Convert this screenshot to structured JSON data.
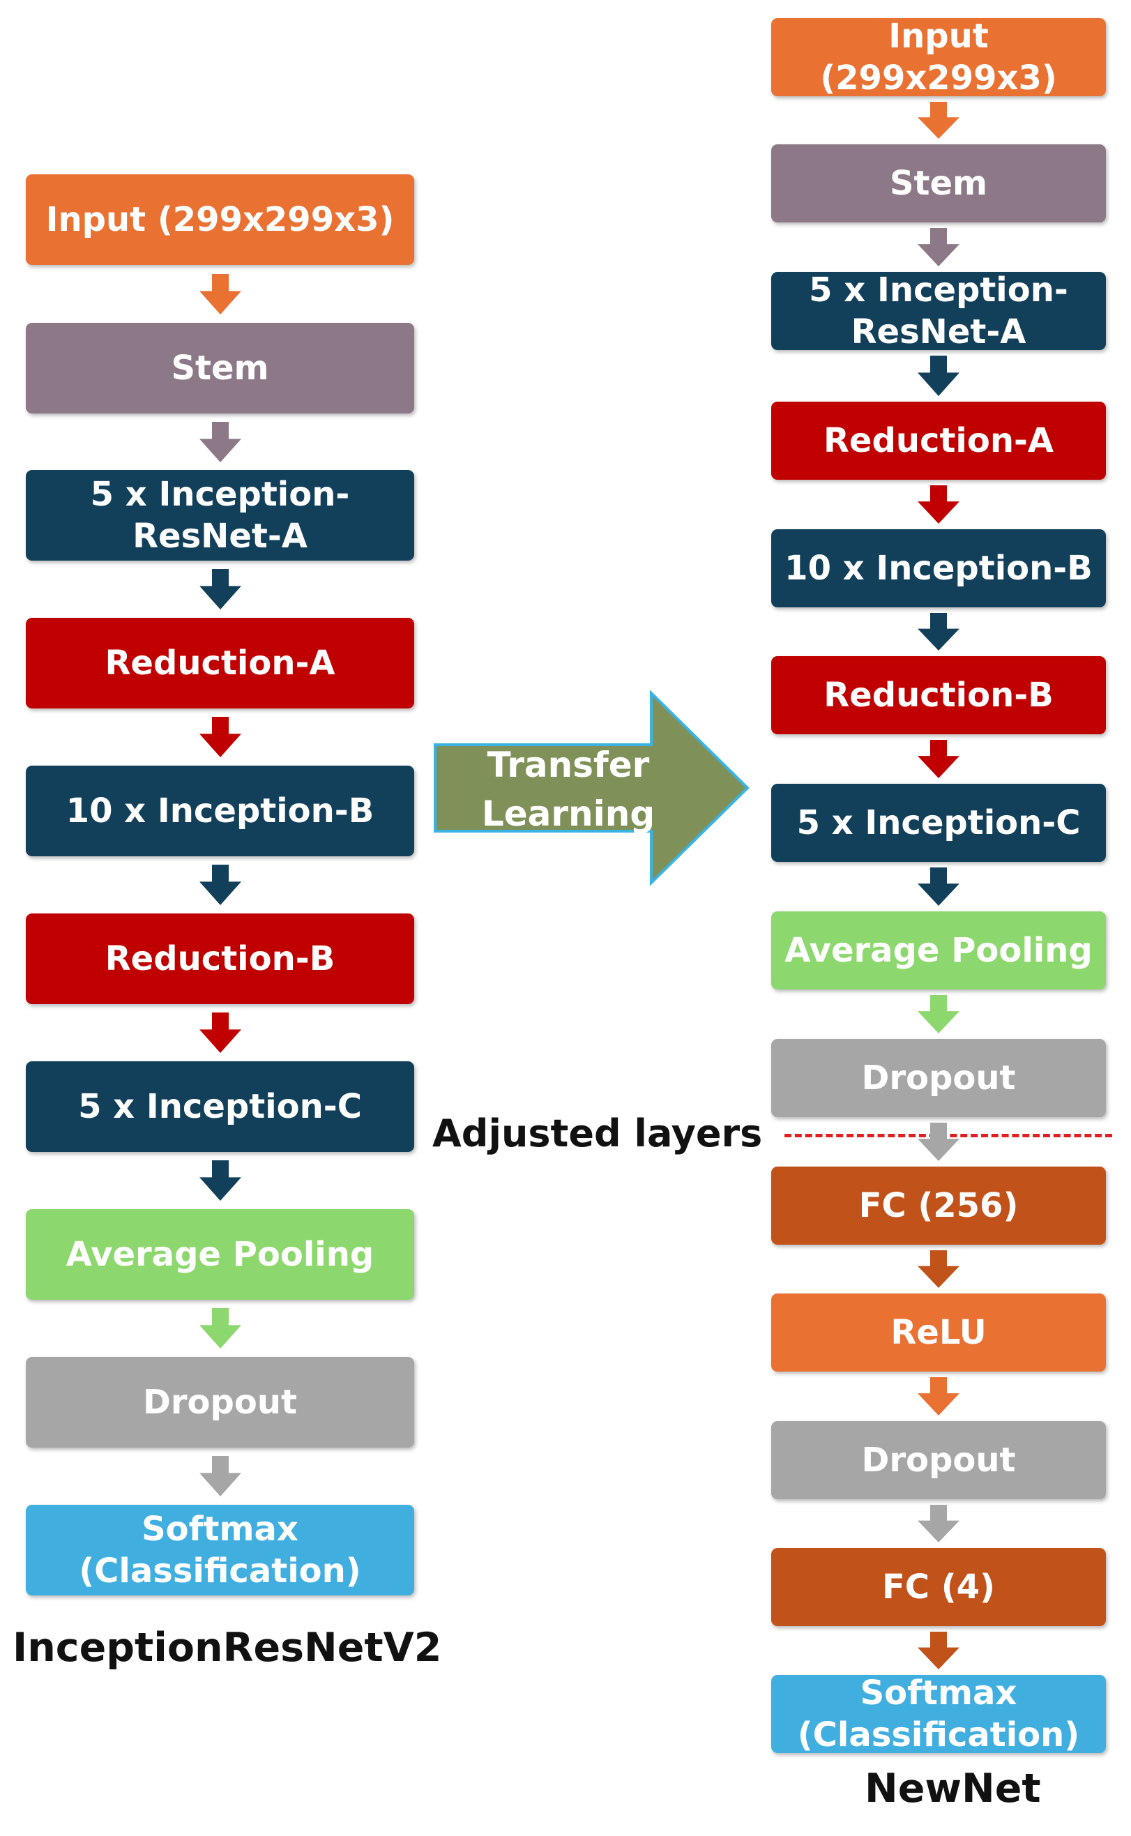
{
  "left_network": {
    "caption": "InceptionResNetV2",
    "layers": [
      {
        "label": "Input (299x299x3)",
        "color": "#E97132"
      },
      {
        "label": "Stem",
        "color": "#8C7886"
      },
      {
        "label": "5 x Inception-\nResNet-A",
        "color": "#12405A"
      },
      {
        "label": "Reduction-A",
        "color": "#C00000"
      },
      {
        "label": "10 x Inception-B",
        "color": "#12405A"
      },
      {
        "label": "Reduction-B",
        "color": "#C00000"
      },
      {
        "label": "5 x Inception-C",
        "color": "#12405A"
      },
      {
        "label": "Average Pooling",
        "color": "#8DD86E"
      },
      {
        "label": "Dropout",
        "color": "#A6A6A6"
      },
      {
        "label": "Softmax\n(Classification)",
        "color": "#41AEE0"
      }
    ]
  },
  "right_network": {
    "caption": "NewNet",
    "layers": [
      {
        "label": "Input\n(299x299x3)",
        "color": "#E97132"
      },
      {
        "label": "Stem",
        "color": "#8C7886"
      },
      {
        "label": "5 x Inception-\nResNet-A",
        "color": "#12405A"
      },
      {
        "label": "Reduction-A",
        "color": "#C00000"
      },
      {
        "label": "10 x Inception-B",
        "color": "#12405A"
      },
      {
        "label": "Reduction-B",
        "color": "#C00000"
      },
      {
        "label": "5 x Inception-C",
        "color": "#12405A"
      },
      {
        "label": "Average Pooling",
        "color": "#8DD86E"
      },
      {
        "label": "Dropout",
        "color": "#A6A6A6"
      },
      {
        "label": "FC (256)",
        "color": "#C1521A"
      },
      {
        "label": "ReLU",
        "color": "#E97132"
      },
      {
        "label": "Dropout",
        "color": "#A6A6A6"
      },
      {
        "label": "FC (4)",
        "color": "#C1521A"
      },
      {
        "label": "Softmax\n(Classification)",
        "color": "#41AEE0"
      }
    ]
  },
  "transfer": {
    "label": "Transfer\nLearning",
    "fill_color": "#7F9158",
    "outline_color": "#39B3E4"
  },
  "adjusted": {
    "label": "Adjusted layers",
    "line_color": "#E02020"
  }
}
